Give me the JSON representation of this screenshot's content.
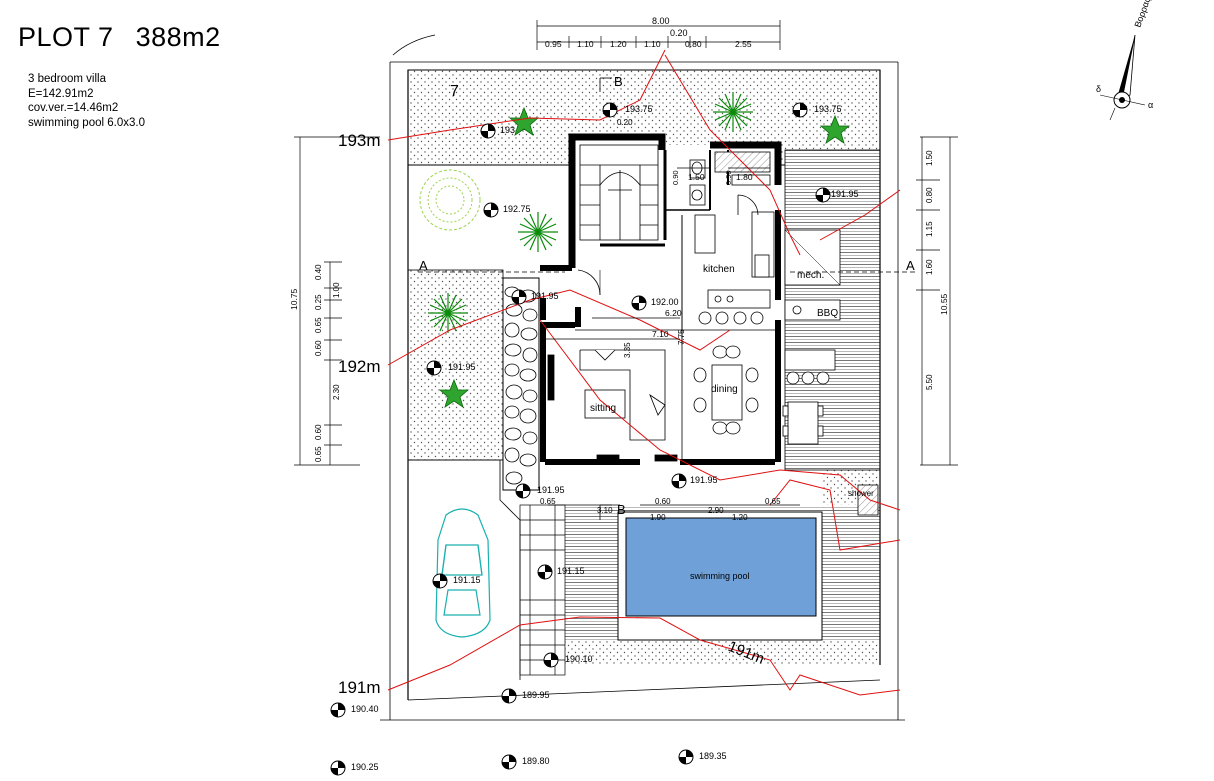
{
  "title": {
    "plot": "PLOT 7",
    "area": "388m2"
  },
  "info": {
    "type": "3 bedroom villa",
    "e_area": "E=142.91m2",
    "covered_veranda": "cov.ver.=14.46m2",
    "pool": "swimming pool 6.0x3.0"
  },
  "compass": {
    "label": "Βορρας",
    "label_dot": "δ",
    "label_alpha": "α"
  },
  "contours": {
    "c193": "193m",
    "c192": "192m",
    "c191": "191m",
    "c191_pool": "191m"
  },
  "plot_number": "7",
  "rooms": {
    "kitchen": "kitchen",
    "mech": "mech.",
    "bbq": "BBQ",
    "sitting": "sitting",
    "dining": "dining",
    "pool": "swimming pool",
    "shower": "shower"
  },
  "section_marks": {
    "b_top": "B",
    "b_bottom": "B",
    "a_left": "A",
    "a_right": "A"
  },
  "levels": {
    "l193_75_a": "193.75",
    "l193_75_b": "193.75",
    "l193_partial": "193",
    "l192_75": "192.75",
    "l191_95_a": "191.95",
    "l192_00": "192.00",
    "l191_95_b": "191.95",
    "l191_95_c": "191.95",
    "l191_95_d": "191.95",
    "l191_95_e": "191.95",
    "l191_15_a": "191.15",
    "l191_15_b": "191.15",
    "l190_10": "190.10",
    "l189_95": "189.95",
    "l190_40": "190.40",
    "l190_25": "190.25",
    "l189_80": "189.80",
    "l189_35": "189.35"
  },
  "dims_top": {
    "total": "8.00",
    "sub": "0.20",
    "parts": [
      "0.95",
      "1.10",
      "1.20",
      "1.10",
      "0.80",
      "2.55"
    ]
  },
  "dims_left": {
    "total": "10.75",
    "parts": [
      "0.40",
      "1.00",
      "0.25",
      "0.65",
      "0.60",
      "2.30",
      "0.60",
      "0.65"
    ]
  },
  "dims_right": {
    "total": "10.55",
    "parts": [
      "1.50",
      "0.80",
      "1.15",
      "1.60",
      "5.50"
    ]
  },
  "dims_inner": {
    "d620": "6.20",
    "d710": "7.10",
    "d775": "7.75",
    "d335": "3.35",
    "d150": "1.50",
    "d180": "1.80",
    "d090a": "0.90",
    "d090b": "0.90",
    "d020": "0.20",
    "d065a": "0.65",
    "d065b": "0.65",
    "d060": "0.60",
    "d310": "3.10",
    "d190": "1.90",
    "d290": "2.90",
    "d120": "1.20"
  }
}
